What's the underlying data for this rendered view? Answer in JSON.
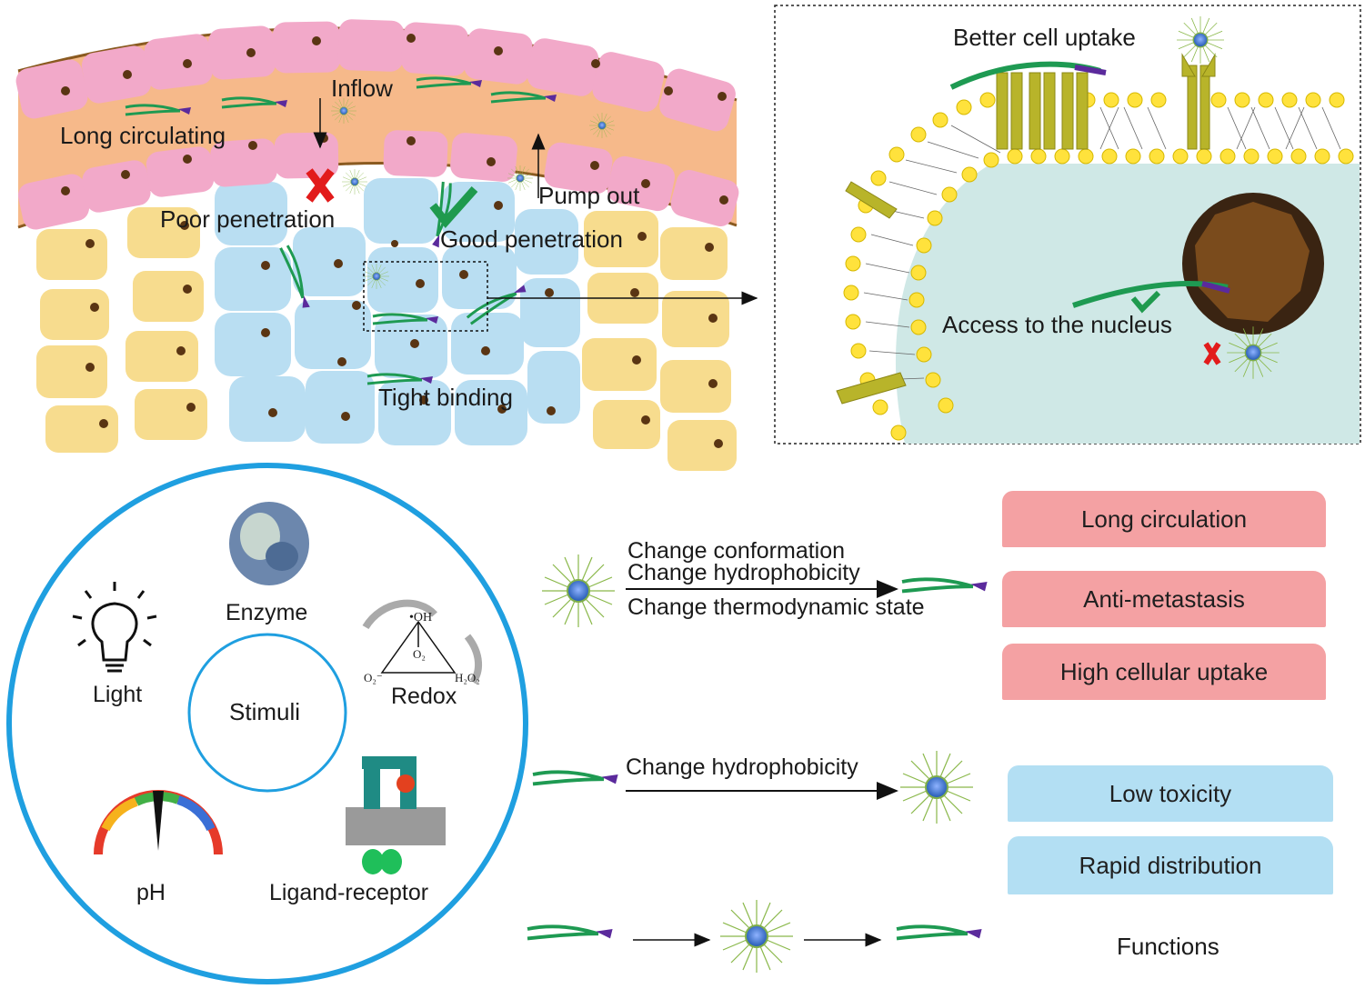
{
  "top_left": {
    "inflow": "Inflow",
    "long_circulating": "Long circulating",
    "pump_out": "Pump out",
    "poor_penetration": "Poor penetration",
    "good_penetration": "Good penetration",
    "tight_binding": "Tight binding"
  },
  "top_right": {
    "better_cell_uptake": "Better cell uptake",
    "access_nucleus": "Access to the nucleus"
  },
  "stimuli": {
    "center": "Stimuli",
    "enzyme": "Enzyme",
    "light": "Light",
    "redox": "Redox",
    "ph": "pH",
    "ligand_receptor": "Ligand-receptor",
    "redox_formula": {
      "oh": "•OH",
      "o2_center": "O₂",
      "o2_left": "O₂⁻",
      "h2o2": "H₂O₂"
    }
  },
  "transitions": {
    "line1": "Change conformation",
    "line2": "Change hydrophobicity",
    "line3": "Change thermodynamic state",
    "reverse": "Change hydrophobicity"
  },
  "functions": {
    "pink": [
      "Long circulation",
      "Anti-metastasis",
      "High cellular uptake"
    ],
    "blue": [
      "Low toxicity",
      "Rapid distribution"
    ],
    "label": "Functions"
  },
  "colors": {
    "vessel": "#f6b98a",
    "endothelial": "#f2a9c9",
    "tumor_cell": "#b9def2",
    "normal_cell": "#f7dc8e",
    "nucleus": "#5a3513",
    "fiber_green": "#1e9a52",
    "fiber_purple": "#5b2a9c",
    "circle_blue": "#1f9fe0",
    "check_green": "#1f9a4e",
    "cross_red": "#e21b1b",
    "pink_box": "#f4a1a3",
    "blue_box": "#b3dff3"
  }
}
